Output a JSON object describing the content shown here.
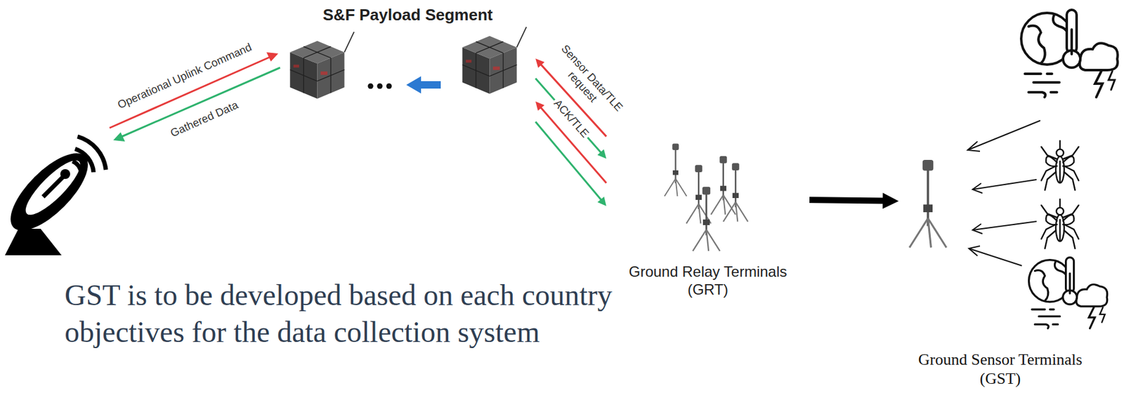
{
  "diagram": {
    "nodes": [
      {
        "text": [
          "S&F Payload Segment"
        ]
      },
      {
        "text": [
          "Ground Relay Terminals (GRT)"
        ]
      },
      {
        "text": [
          "Ground Sensor Terminals (GST)"
        ]
      }
    ],
    "edges": [
      {
        "from": 1,
        "to": 0,
        "arrow": "to",
        "label": "Sensor Data/TLE request"
      },
      {
        "from": 0,
        "to": 1,
        "arrow": "to",
        "label": "ACK/TLE"
      },
      {
        "from": 1,
        "to": 0,
        "arrow": "to"
      },
      {
        "from": 0,
        "to": 1,
        "arrow": "to"
      },
      {
        "from": 1,
        "to": 2,
        "arrow": "to"
      }
    ],
    "labels": [
      "Operational Uplink Command",
      "Gathered Data",
      "GST is to be developed based on each country objectives for the data collection system"
    ]
  }
}
